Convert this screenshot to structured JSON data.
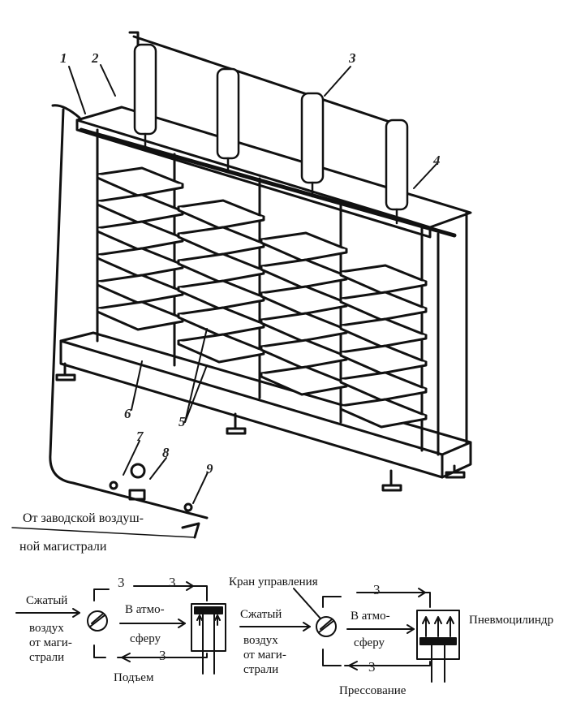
{
  "press": {
    "numbers": [
      "1",
      "2",
      "3",
      "4",
      "5",
      "6",
      "7",
      "8",
      "9"
    ],
    "source_label_line1": "От заводской воздуш-",
    "source_label_line2": "ной магистрали"
  },
  "schemes": {
    "lift": {
      "caption": "Подъем",
      "inlet_line1": "Сжатый",
      "inlet_line2": "воздух",
      "inlet_line3": "от маги-",
      "inlet_line4": "страли",
      "exhaust_line1": "В атмо-",
      "exhaust_line2": "сферу",
      "port_marks": [
        "3",
        "3",
        "3"
      ]
    },
    "press": {
      "caption": "Прессование",
      "valve_label": "Кран управления",
      "cylinder_label": "Пневмоцилиндр",
      "inlet_line1": "Сжатый",
      "inlet_line2": "воздух",
      "inlet_line3": "от маги-",
      "inlet_line4": "страли",
      "exhaust_line1": "В атмо-",
      "exhaust_line2": "сферу",
      "port_marks": [
        "3",
        "3"
      ]
    }
  }
}
